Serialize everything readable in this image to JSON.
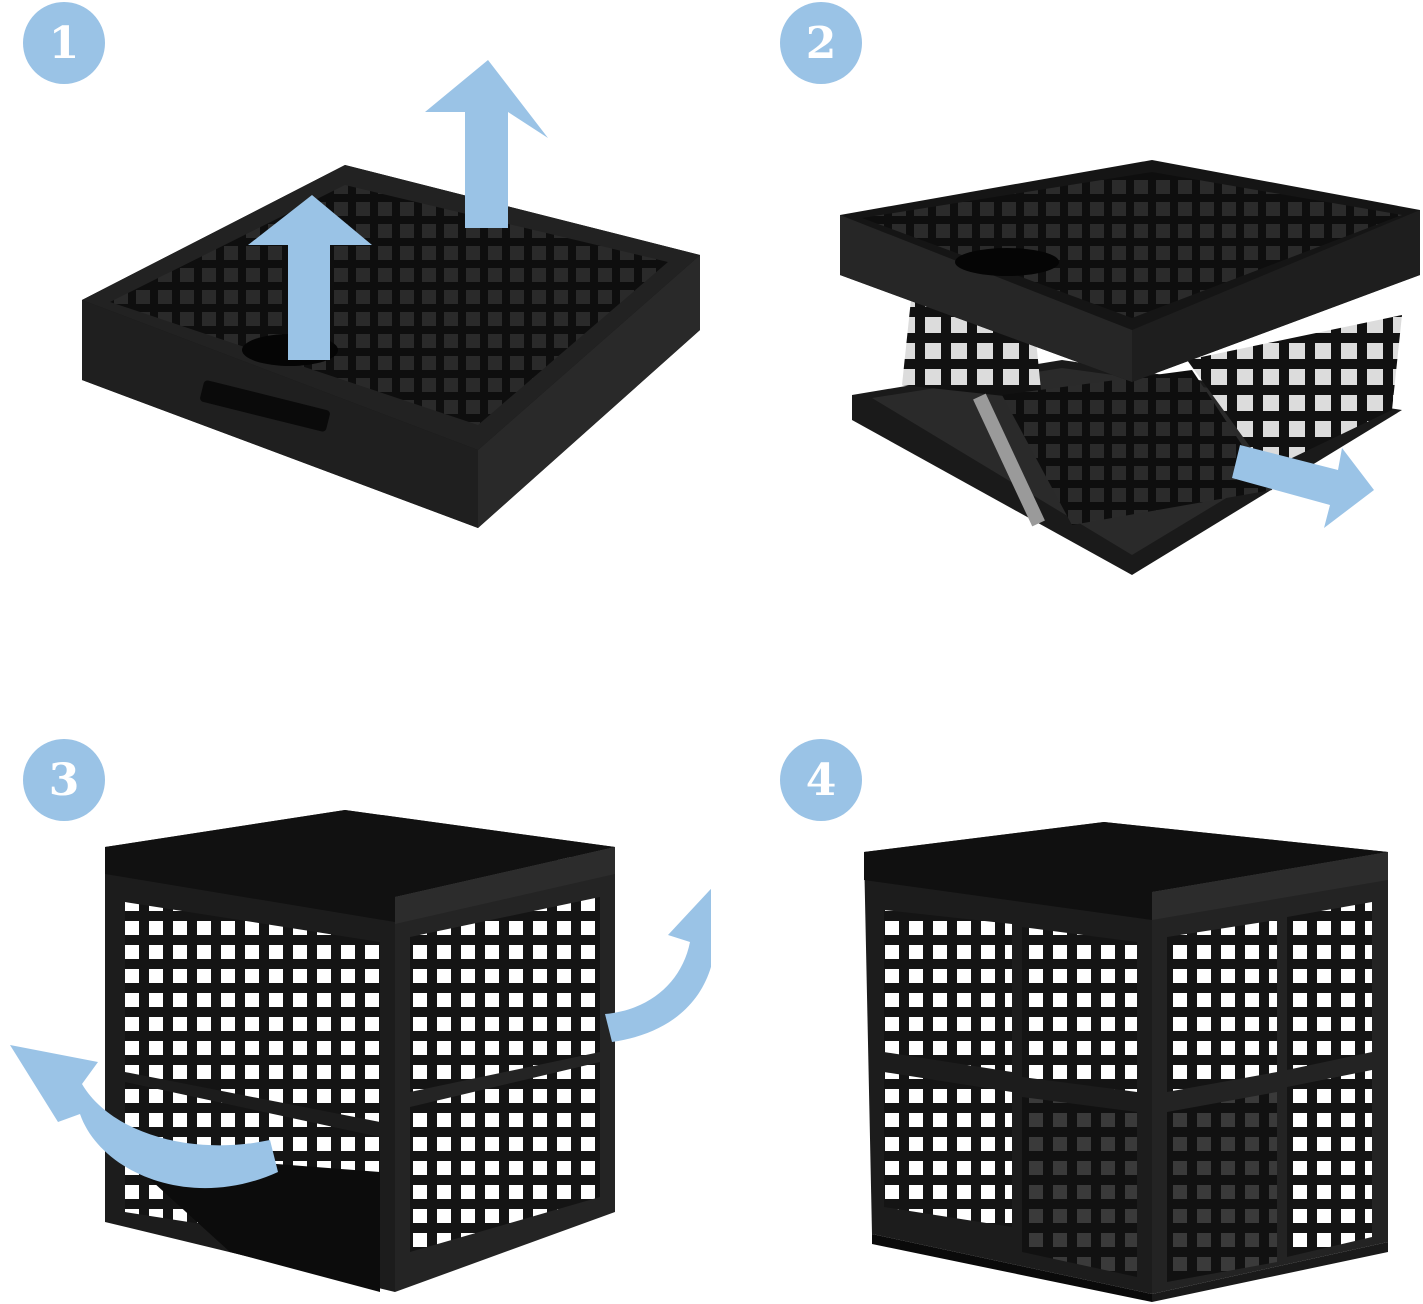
{
  "steps": [
    {
      "number": "1"
    },
    {
      "number": "2"
    },
    {
      "number": "3"
    },
    {
      "number": "4"
    }
  ],
  "colors": {
    "badge": "#9ac3e6",
    "arrow": "#9ac3e6",
    "crate": "#1b1b1b",
    "crate_edge": "#3a3a3a",
    "background": "#ffffff"
  },
  "icons": {
    "arrow": "curved-arrow-icon",
    "step_badge": "step-number-badge"
  }
}
